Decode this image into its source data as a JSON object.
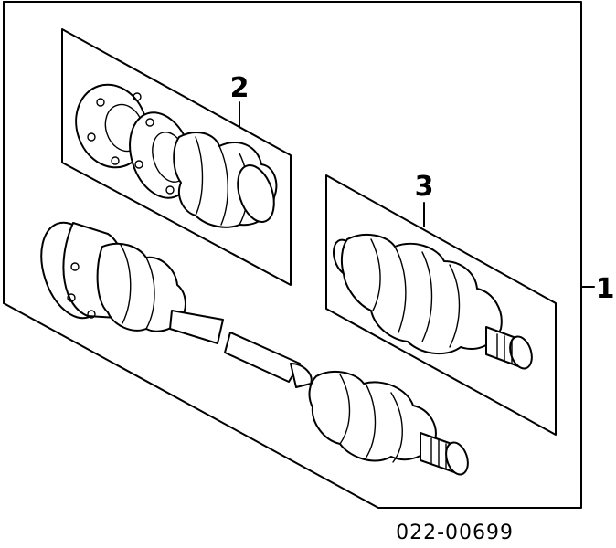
{
  "callouts": {
    "assembly": "1",
    "inner_joint_kit": "2",
    "outer_joint_kit": "3"
  },
  "part_number": "022-00699"
}
